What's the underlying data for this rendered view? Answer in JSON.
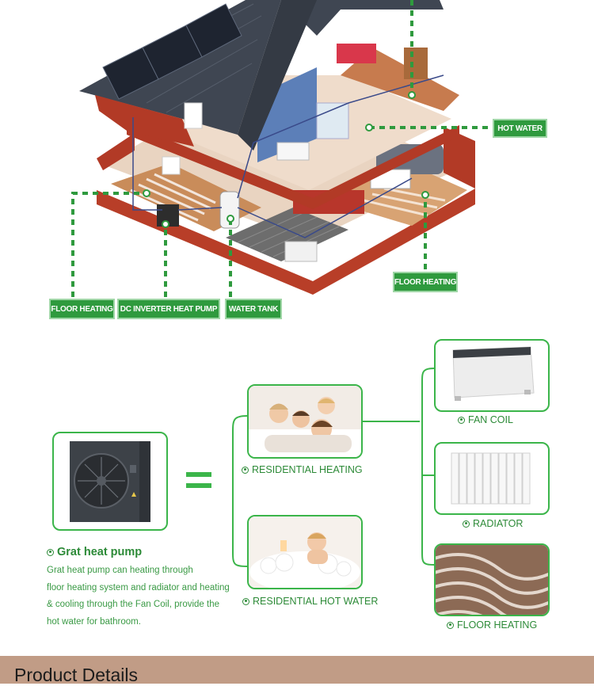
{
  "house_labels": {
    "hot_water": "HOT WATER",
    "floor_heating_right": "FLOOR HEATING",
    "floor_heating_left": "FLOOR HEATING",
    "dc_inverter": "DC INVERTER HEAT PUMP",
    "water_tank": "WATER TANK"
  },
  "scheme": {
    "residential_heating": "RESIDENTIAL HEATING",
    "residential_hot_water": "RESIDENTIAL HOT WATER",
    "fan_coil": "FAN COIL",
    "radiator": "RADIATOR",
    "floor_heating": "FLOOR HEATING",
    "product_title": "Grat heat pump",
    "description": [
      "Grat heat pump can heating through",
      "floor heating system and radiator and heating",
      "& cooling through the Fan Coil, provide the",
      "hot water for bathroom."
    ]
  },
  "colors": {
    "green": "#2f9a3e",
    "frame": "#3bb54a",
    "footer": "#c19c86",
    "roof": "#3f4652",
    "wall": "#b23a26"
  },
  "footer": {
    "title": "Product Details"
  }
}
